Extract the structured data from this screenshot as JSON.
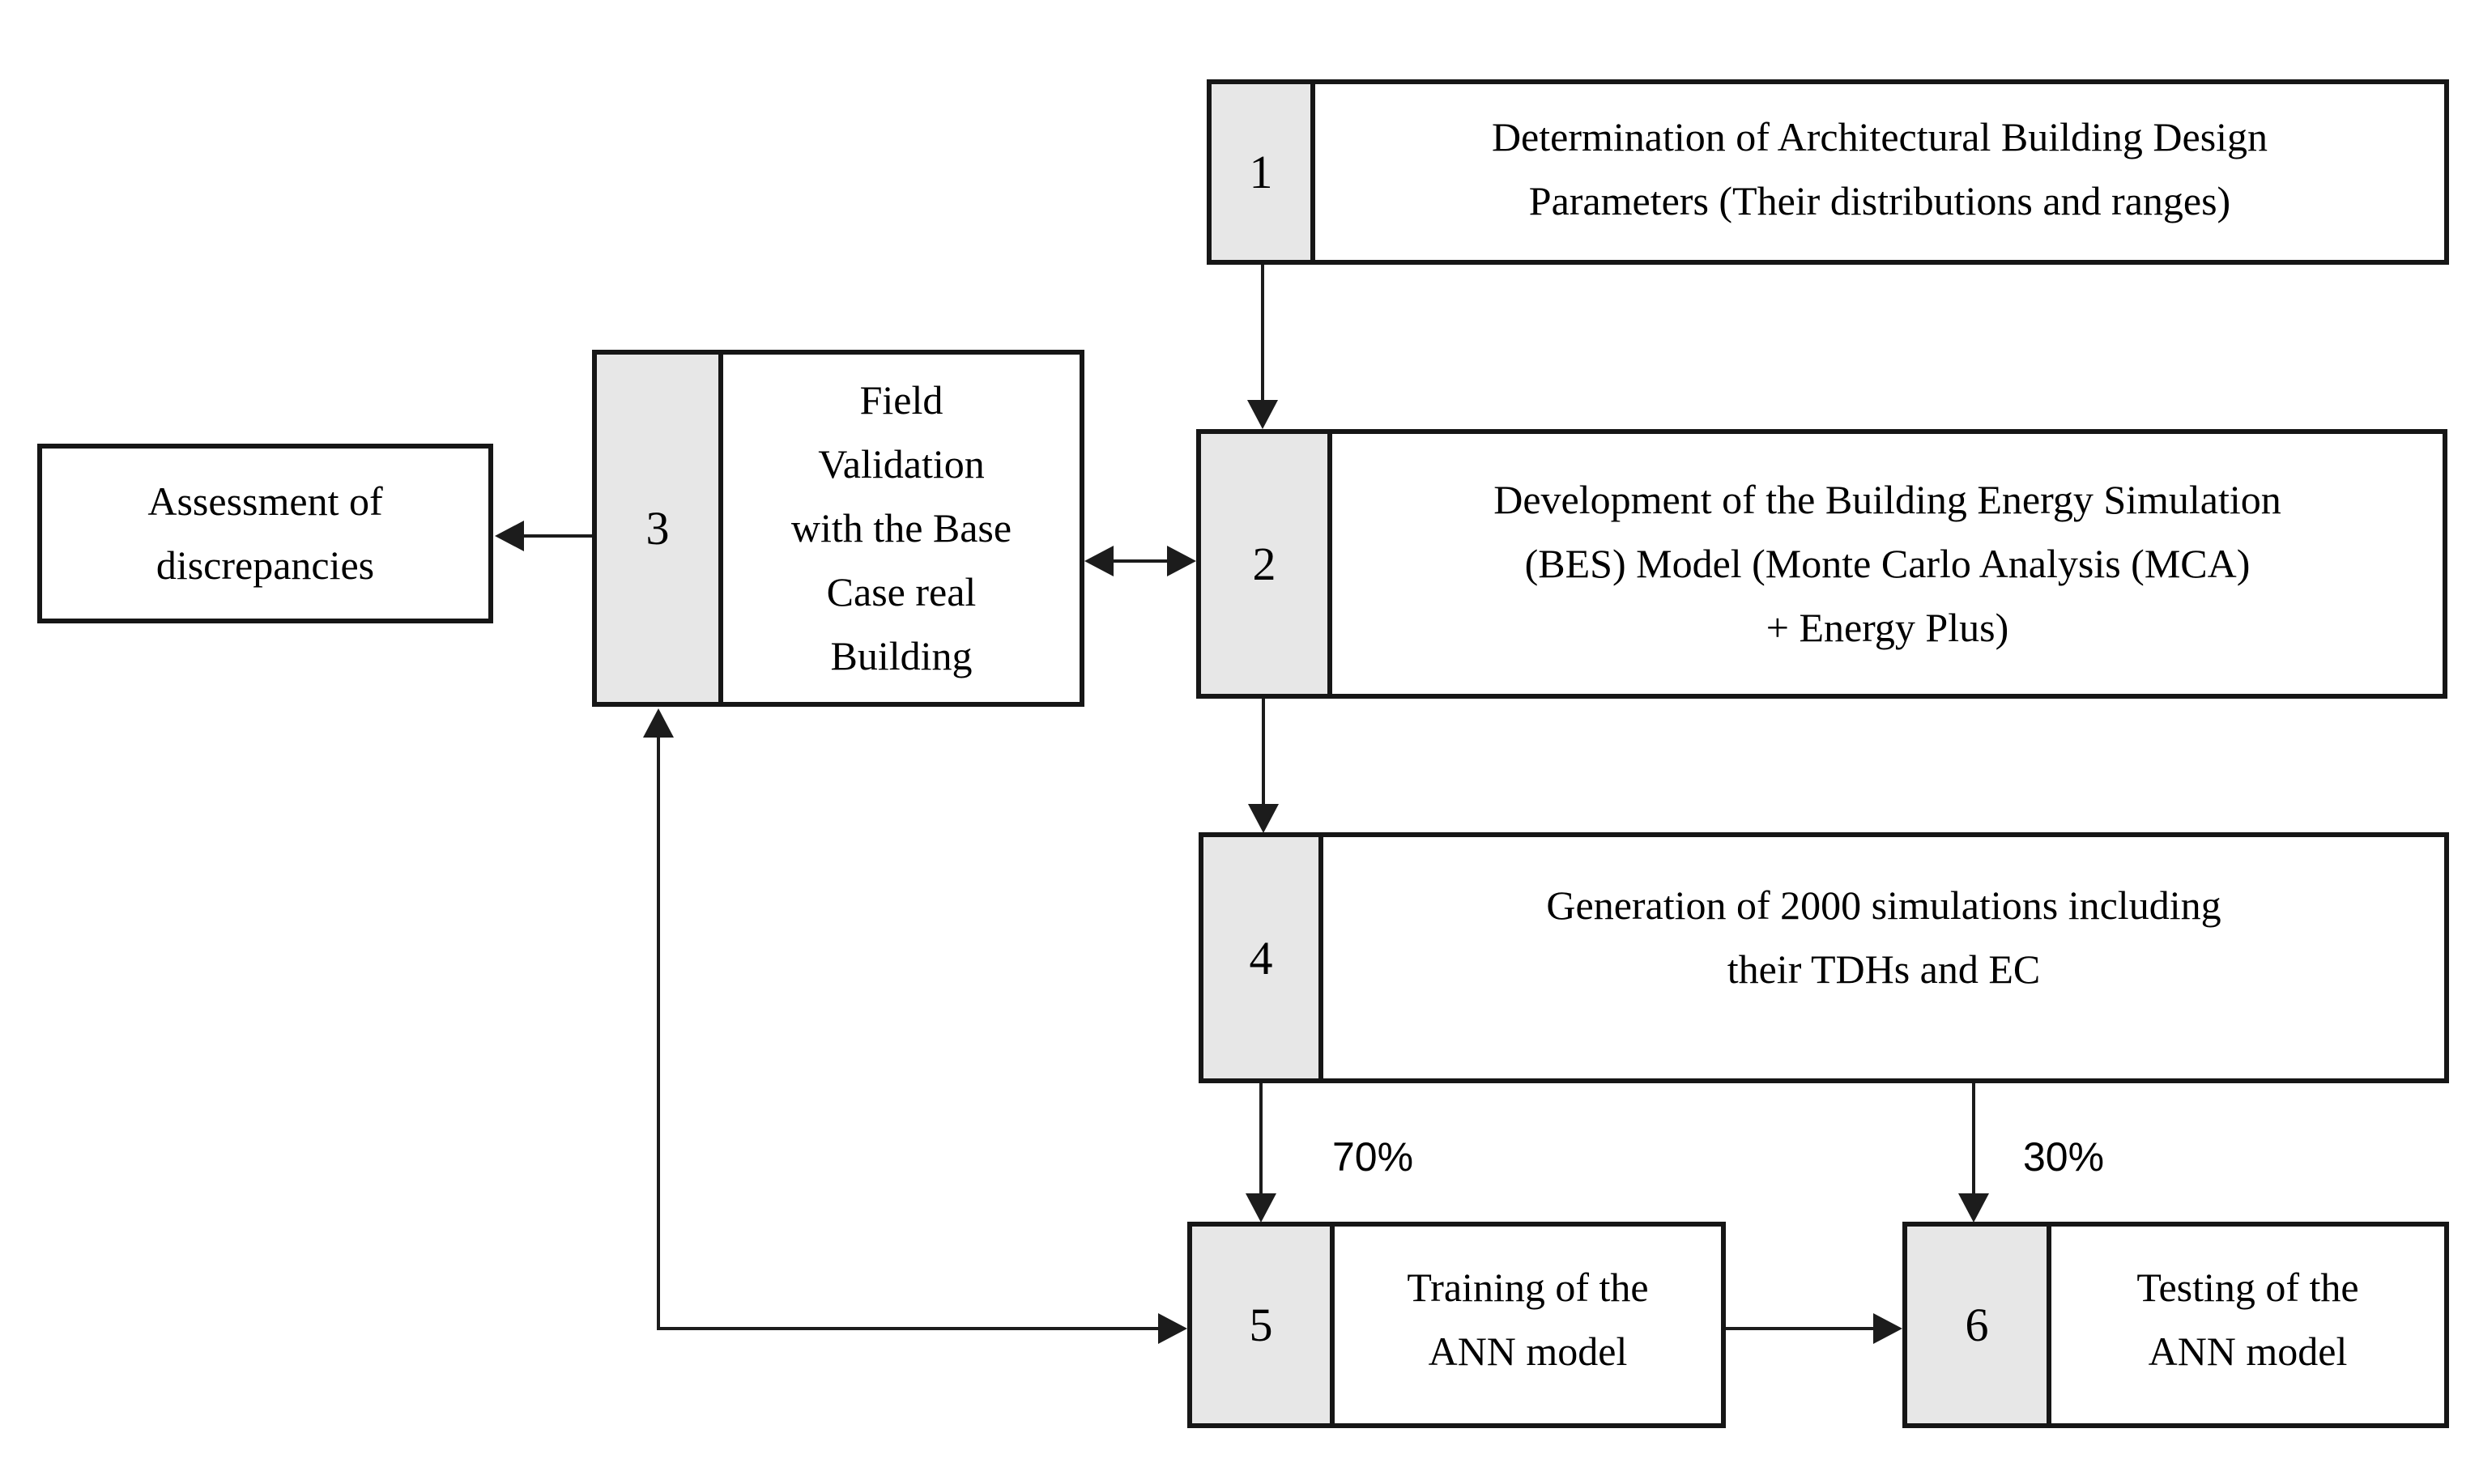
{
  "figure": {
    "type": "flowchart",
    "title": "ANN-based building energy simulation workflow"
  },
  "colors": {
    "background": "#ffffff",
    "box_border": "#161616",
    "number_tab_fill": "#e7e7e7",
    "connector": "#1c1c1c"
  },
  "steps": [
    {
      "number": "1",
      "lines": [
        "Determination of Architectural Building Design",
        "Parameters (Their distributions and ranges)"
      ]
    },
    {
      "number": "2",
      "lines": [
        "Development of the Building Energy Simulation",
        "(BES) Model (Monte Carlo Analysis (MCA)",
        "+ Energy Plus)"
      ]
    },
    {
      "number": "3",
      "lines": [
        "Field",
        "Validation",
        "with the Base",
        "Case real",
        "Building"
      ]
    },
    {
      "number": "4",
      "lines": [
        "Generation of 2000 simulations including",
        "their TDHs and EC"
      ]
    },
    {
      "number": "5",
      "lines": [
        "Training of the",
        "ANN model"
      ]
    },
    {
      "number": "6",
      "lines": [
        "Testing of the",
        "ANN model"
      ]
    }
  ],
  "side_box": {
    "lines": [
      "Assessment of",
      "discrepancies"
    ]
  },
  "labels": {
    "train_split": "70%",
    "test_split": "30%"
  }
}
